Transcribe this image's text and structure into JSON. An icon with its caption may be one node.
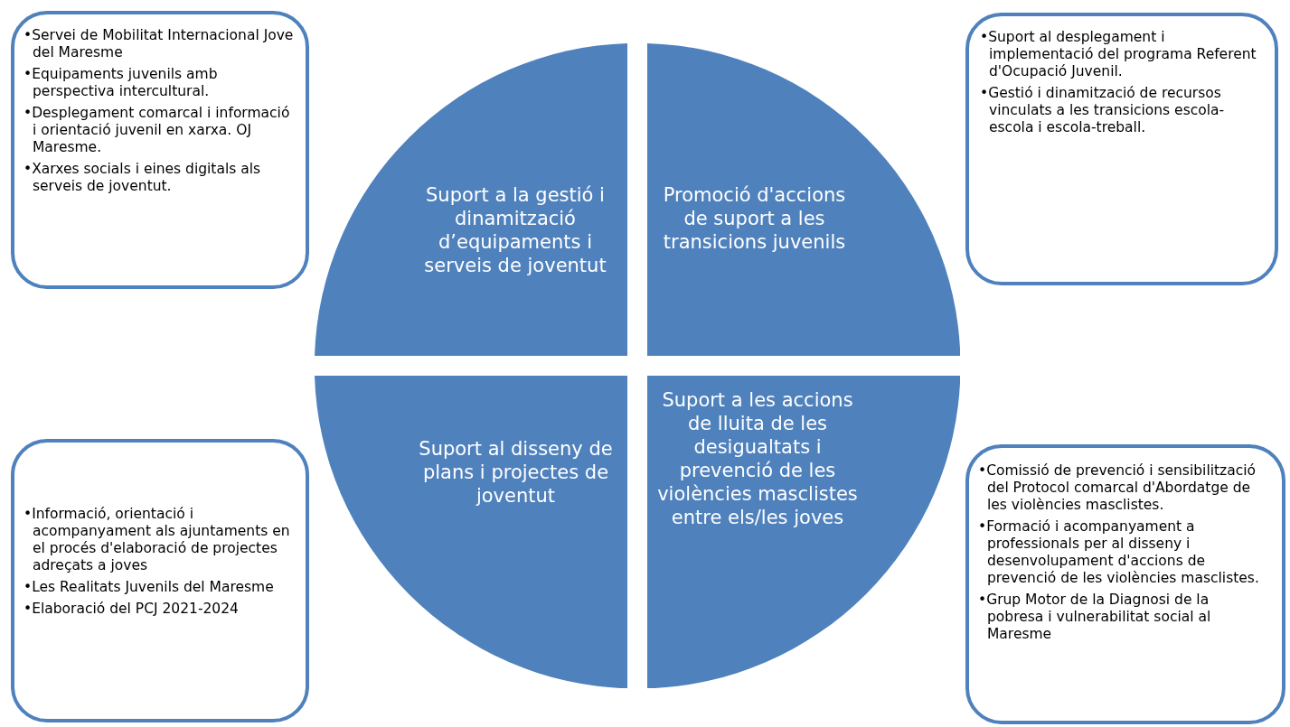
{
  "diagram": {
    "nodes": [
      {
        "text": [
          "•Servei de Mobilitat Internacional Jove del Maresme",
          "•Equipaments juvenils amb perspectiva intercultural.",
          "•Desplegament comarcal i informació i orientació juvenil en xarxa. OJ Maresme.",
          "•Xarxes socials i eines digitals als serveis de joventut."
        ]
      },
      {
        "text": [
          "Suport a la gestió i dinamització d’equipaments i serveis de joventut"
        ]
      },
      {
        "text": [
          "Promoció d'accions de suport a les transicions juvenils"
        ]
      },
      {
        "text": [
          "•Suport al desplegament i implementació del programa Referent d'Ocupació Juvenil.",
          "•Gestió i dinamització de recursos vinculats a les transicions escola-escola i escola-treball."
        ]
      },
      {
        "text": [
          "Suport al disseny de plans i projectes de joventut"
        ]
      },
      {
        "text": [
          "Suport a les accions de lluita de les desigualtats i prevenció de les violències masclistes entre els/les joves"
        ]
      },
      {
        "text": [
          "•Informació, orientació i acompanyament als ajuntaments en el procés d'elaboració de projectes adreçats a joves",
          "•Les Realitats Juvenils del Maresme",
          "•Elaboració del PCJ 2021-2024"
        ]
      },
      {
        "text": [
          "•Comissió de prevenció i sensibilització del Protocol comarcal d'Abordatge de les violències masclistes.",
          "•Formació i acompanyament a professionals per al disseny i desenvolupament d'accions de prevenció de les violències masclistes.",
          "•Grup Motor de la Diagnosi de la pobresa i vulnerabilitat social al Maresme"
        ]
      }
    ]
  }
}
